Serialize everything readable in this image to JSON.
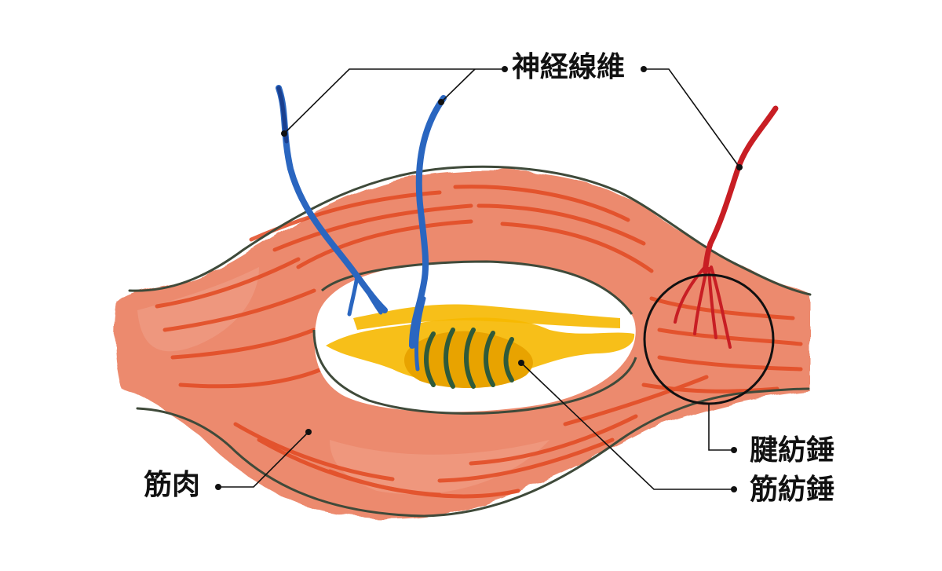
{
  "labels": {
    "nerve_fiber": "神経線維",
    "golgi_tendon_organ": "腱紡錘",
    "muscle_spindle": "筋紡錘",
    "muscle": "筋肉"
  },
  "colors": {
    "muscle_fill": "#ec8a6e",
    "muscle_fiber": "#e24a22",
    "outline": "#3f4a3a",
    "spindle_fill": "#f6b800",
    "sensory_nerve": "#2a66c0",
    "motor_nerve": "#c81e24",
    "leader_line": "#111111"
  }
}
